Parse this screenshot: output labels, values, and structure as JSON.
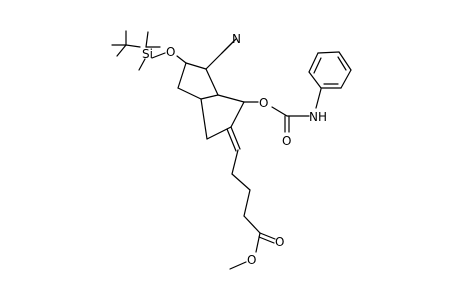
{
  "molecule": {
    "labels": {
      "tbs_silicon": "Si",
      "silyl_ether_oxygen": "O",
      "nitrile_nitrogen": "N",
      "carbamate_ester_oxygen": "O",
      "carbamate_nh": "NH",
      "carbamate_carbonyl_oxygen": "O",
      "ester_carbonyl_oxygen": "O",
      "ester_methoxy_oxygen": "O"
    }
  },
  "colors": {
    "bond": "#000000",
    "text": "#000000",
    "background": "#ffffff"
  }
}
